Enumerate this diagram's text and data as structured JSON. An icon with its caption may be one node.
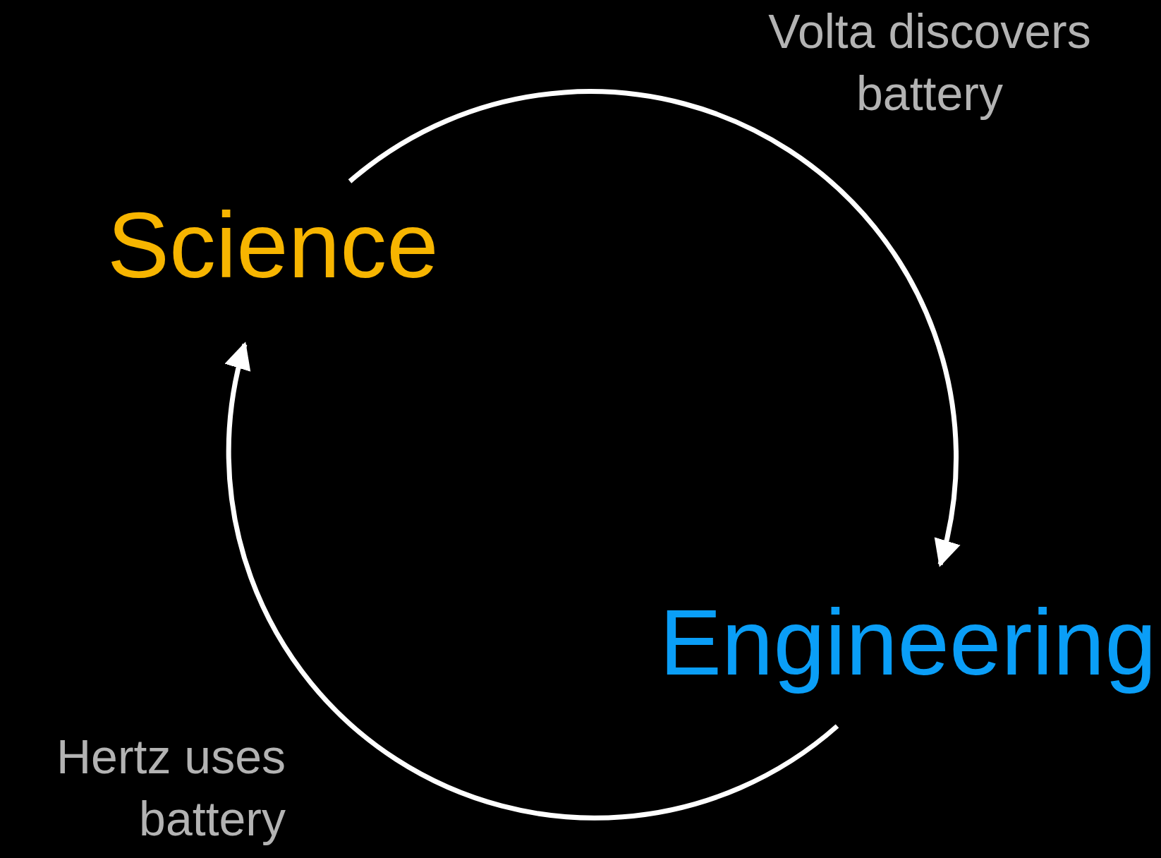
{
  "diagram": {
    "nodes": [
      {
        "text": [
          "Science"
        ]
      },
      {
        "text": [
          "Engineering"
        ]
      }
    ],
    "edges": [
      {
        "from": 0,
        "to": 1,
        "arrow": "to"
      },
      {
        "from": 1,
        "to": 0,
        "arrow": "to"
      }
    ],
    "labels": [
      "Volta discovers battery",
      "Hertz uses battery"
    ]
  }
}
